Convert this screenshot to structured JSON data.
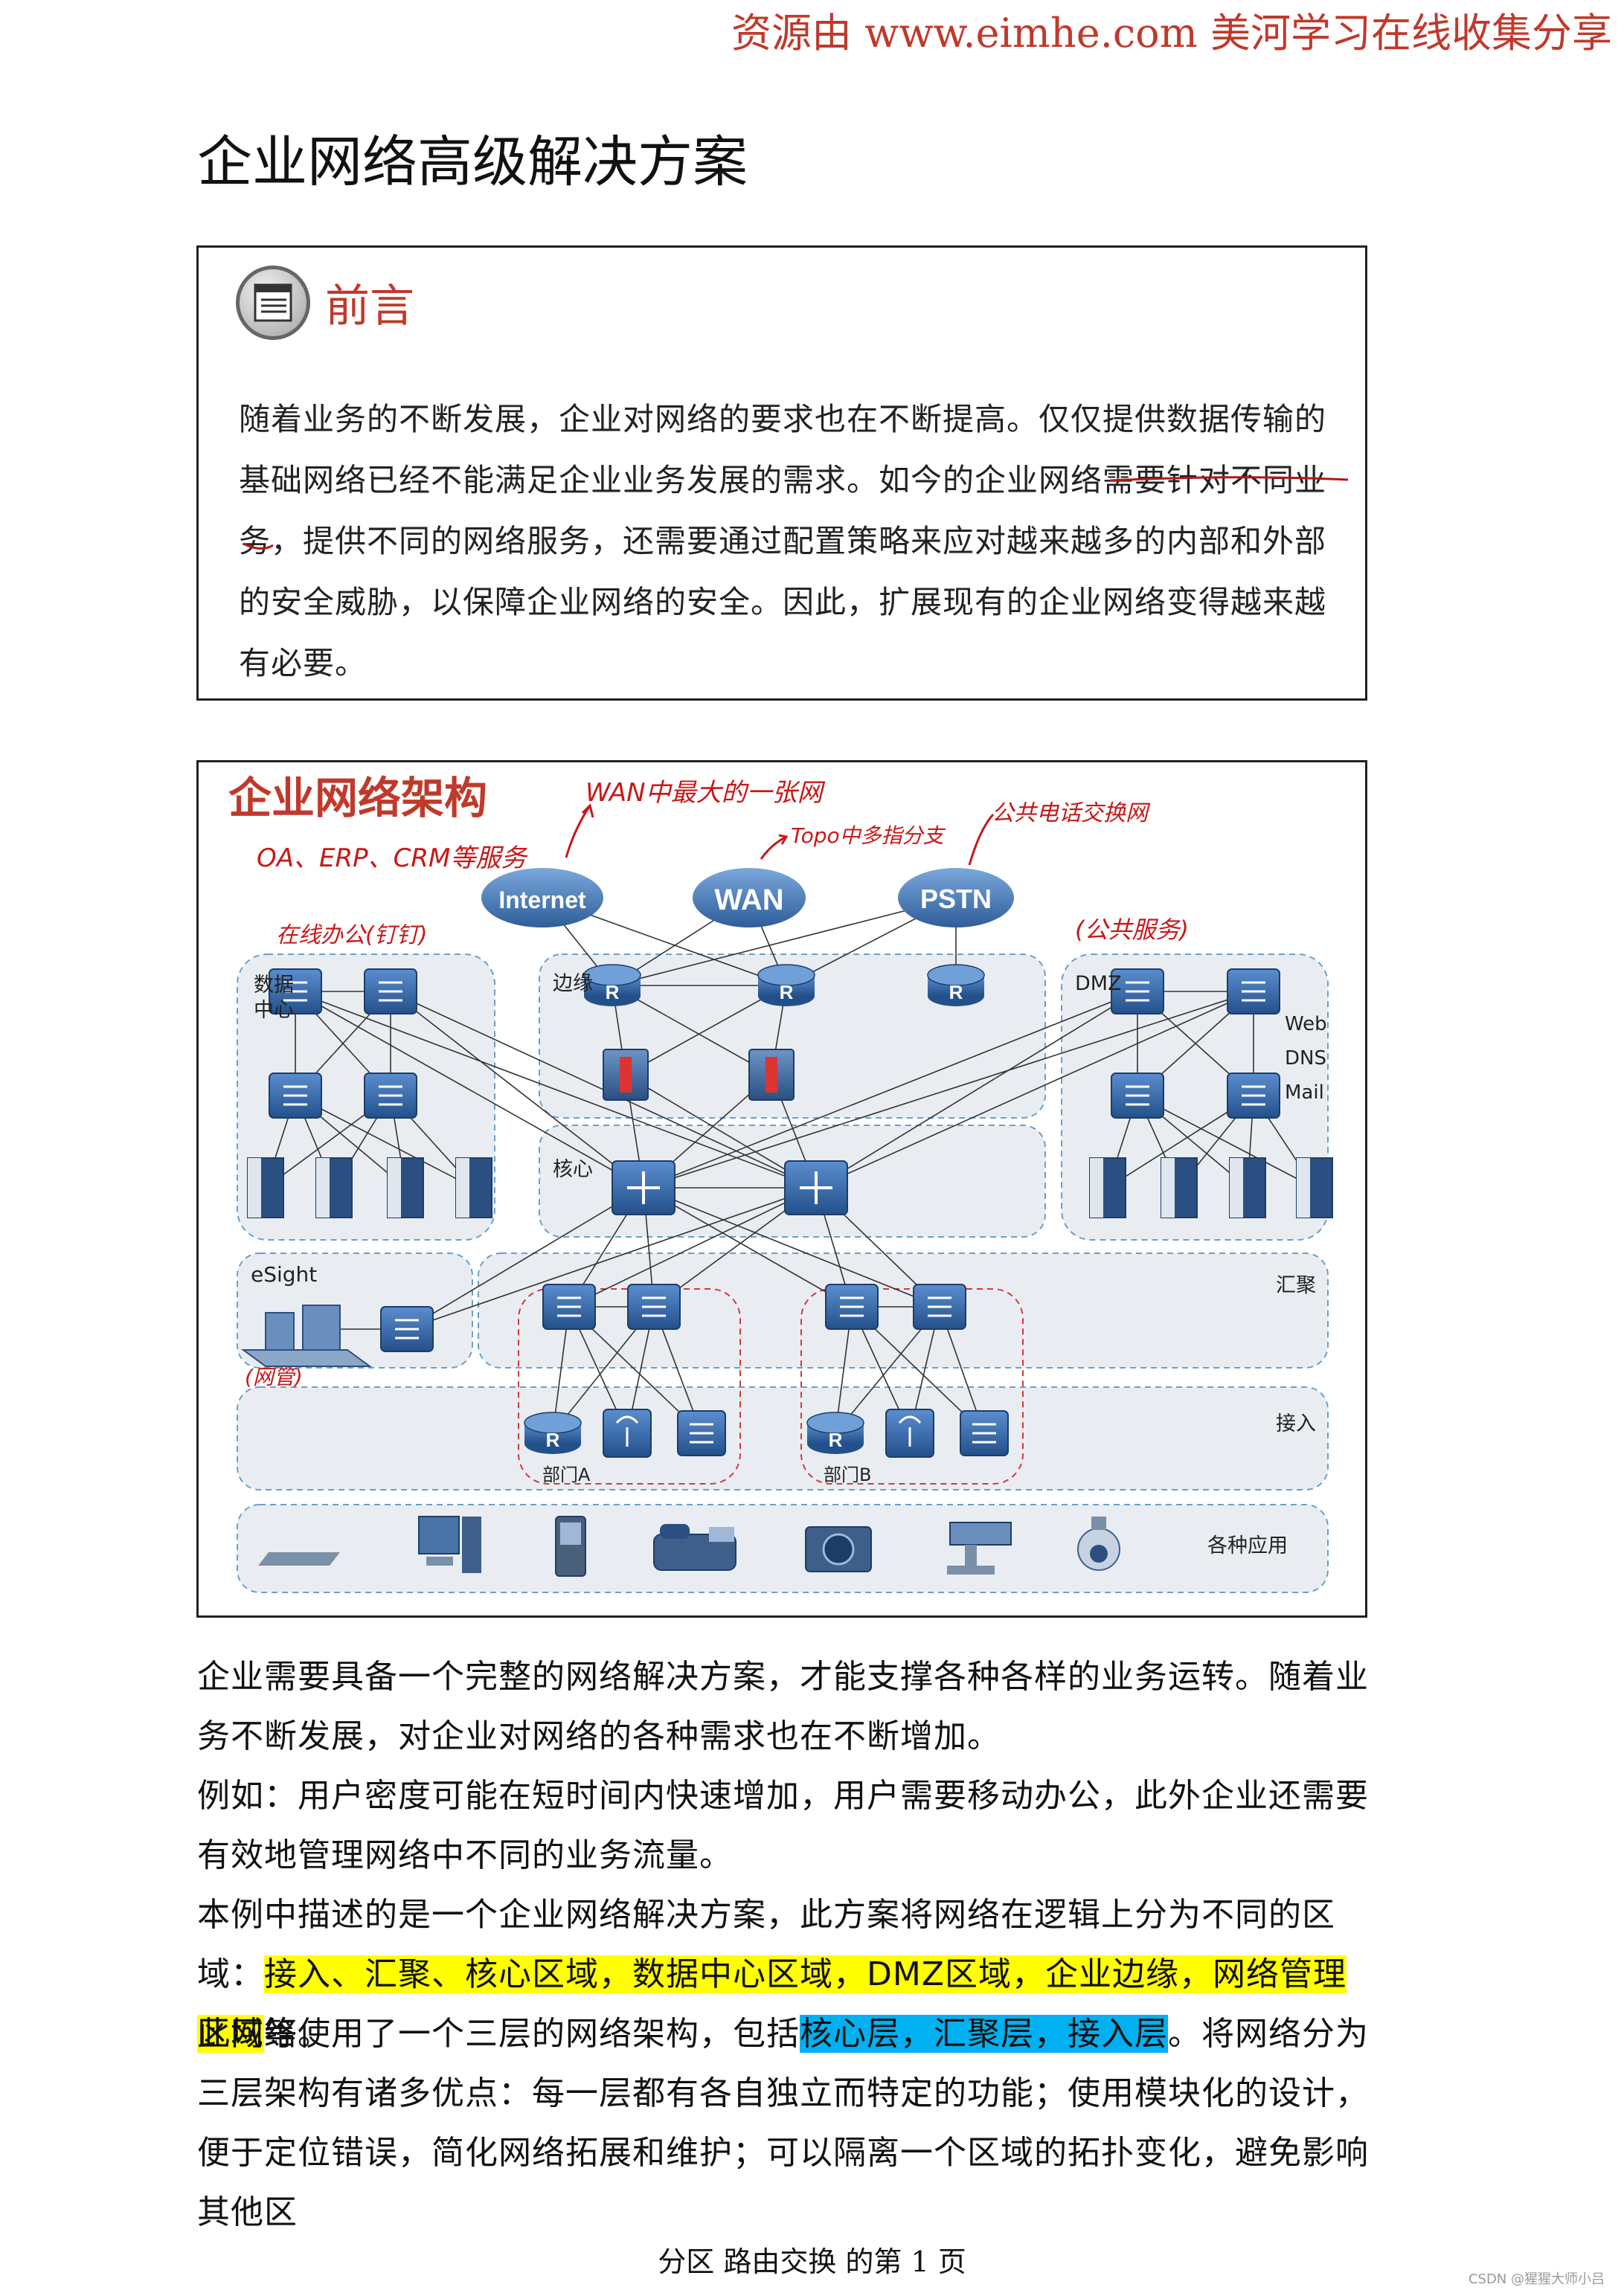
{
  "watermark": "资源由 www.eimhe.com 美河学习在线收集分享",
  "title": "企业网络高级解决方案",
  "preface": {
    "icon": "document-list-icon",
    "heading": "前言",
    "body": "随着业务的不断发展，企业对网络的要求也在不断提高。仅仅提供数据传输的基础网络已经不能满足企业业务发展的需求。如今的企业网络需要针对不同业务，提供不同的网络服务，还需要通过配置策略来应对越来越多的内部和外部的安全威胁，以保障企业网络的安全。因此，扩展现有的企业网络变得越来越有必要。"
  },
  "diagram": {
    "title": "企业网络架构",
    "clouds": [
      "Internet",
      "WAN",
      "PSTN"
    ],
    "zones": {
      "datacenter": "数据\n中心",
      "edge": "边缘",
      "dmz": "DMZ",
      "core": "核心",
      "esight": "eSight",
      "aggregation": "汇聚",
      "access": "接入",
      "apps": "各种应用"
    },
    "dmz_services": [
      "Web",
      "DNS",
      "Mail"
    ],
    "departments": [
      "部门A",
      "部门B"
    ],
    "router_label": "R",
    "handwritten": {
      "note_oa": "OA、ERP、CRM等服务",
      "note_wan": "WAN中最大的一张网",
      "note_topo": "Topo中多指分支",
      "note_pstn": "公共电话交换网",
      "note_online": "在线办公(钉钉)",
      "note_public": "(公共服务)",
      "note_nms": "(网管)"
    }
  },
  "paragraphs": {
    "p1": "企业需要具备一个完整的网络解决方案，才能支撑各种各样的业务运转。随着业务不断发展，对企业对网络的各种需求也在不断增加。",
    "p2": "例如：用户密度可能在短时间内快速增加，用户需要移动办公，此外企业还需要有效地管理网络中不同的业务流量。",
    "p3a": "本例中描述的是一个企业网络解决方案，此方案将网络在逻辑上分为不同的区域：",
    "p3_hl_yellow": "接入、汇聚、核心区域，数据中心区域，DMZ区域，企业边缘，网络管理区域",
    "p3b": "等。",
    "p4a": "此网络使用了一个三层的网络架构，包括",
    "p4_hl_blue": "核心层，汇聚层，接入层",
    "p4b": "。将网络分为三层架构有诸多优点：每一层都有各自独立而特定的功能；使用模块化的设计，便于定位错误，简化网络拓展和维护；可以隔离一个区域的拓扑变化，避免影响其他区"
  },
  "footer": "分区 路由交换 的第 1 页",
  "csdn": "CSDN @猩猩大师小吕",
  "colors": {
    "accent": "#c0392b",
    "zone_fill": "#e8ecf1",
    "zone_border": "#6aa0c8",
    "device": "#2f5d9a"
  }
}
